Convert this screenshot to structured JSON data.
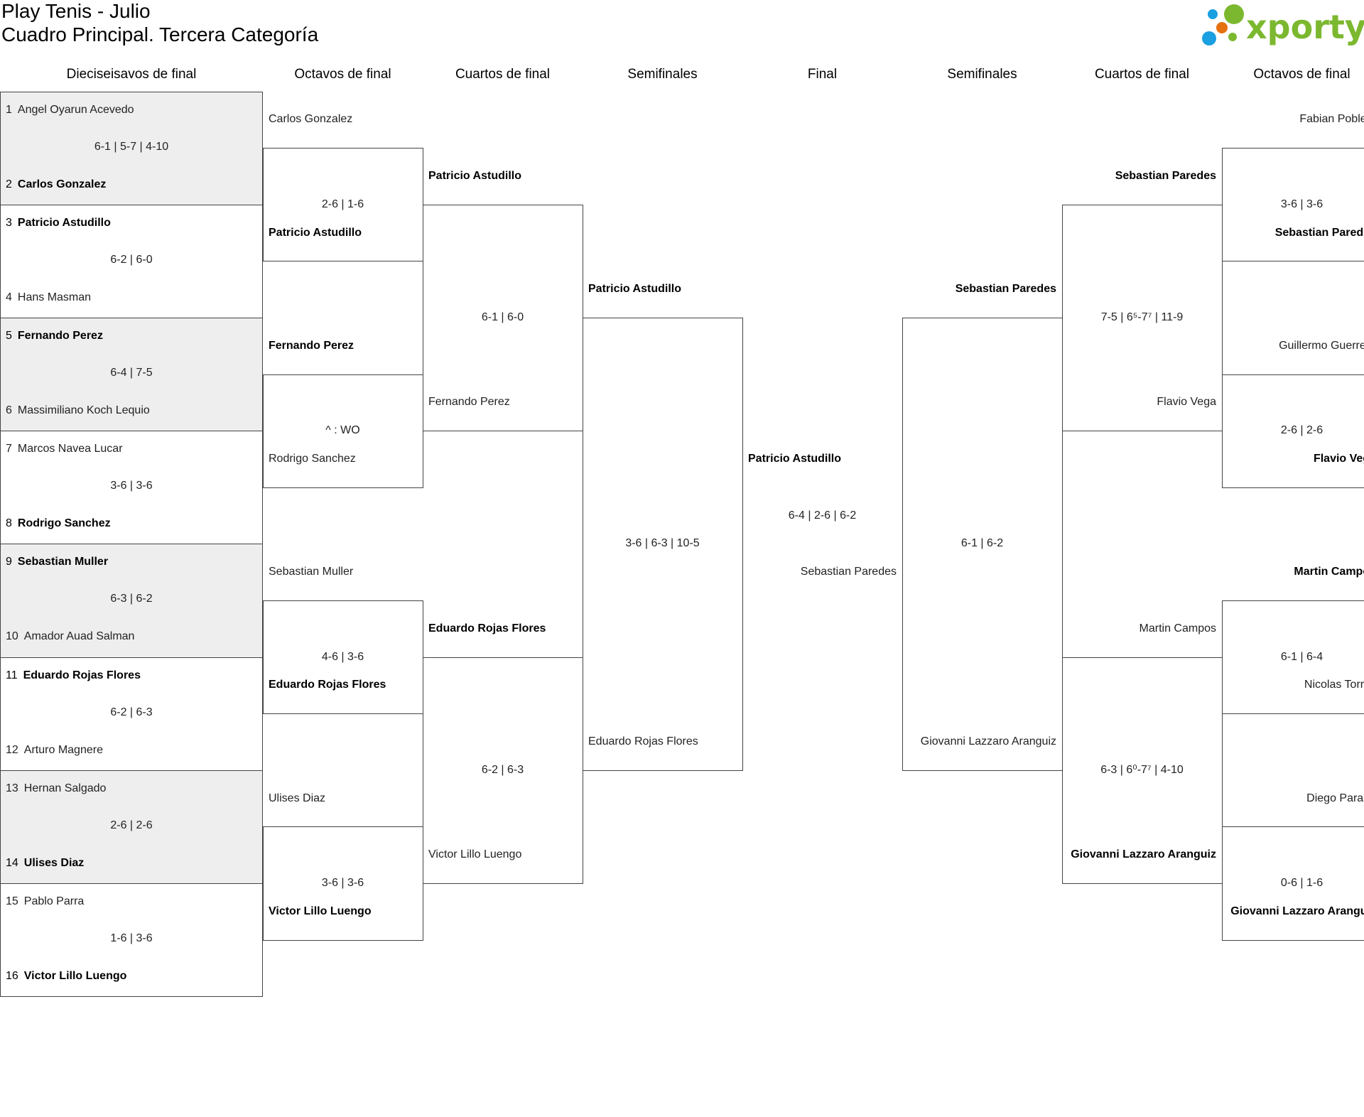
{
  "header": {
    "title": "Play Tenis - Julio",
    "subtitle": "Cuadro Principal. Tercera Categoría",
    "logo_text": "xporty"
  },
  "colors": {
    "logo_green": "#7cb82f",
    "logo_blue": "#1a9fe0",
    "logo_orange": "#e5700f",
    "shade": "#eeeeee"
  },
  "columns": [
    "Dieciseisavos de final",
    "Octavos de final",
    "Cuartos de final",
    "Semifinales",
    "Final",
    "Semifinales",
    "Cuartos de final",
    "Octavos de final"
  ],
  "round32": [
    {
      "p1": {
        "seed": "1",
        "name": "Angel Oyarun Acevedo",
        "winner": false
      },
      "score": "6-1 | 5-7 | 4-10",
      "p2": {
        "seed": "2",
        "name": "Carlos Gonzalez",
        "winner": true
      }
    },
    {
      "p1": {
        "seed": "3",
        "name": "Patricio Astudillo",
        "winner": true
      },
      "score": "6-2 | 6-0",
      "p2": {
        "seed": "4",
        "name": "Hans Masman",
        "winner": false
      }
    },
    {
      "p1": {
        "seed": "5",
        "name": "Fernando Perez",
        "winner": true
      },
      "score": "6-4 | 7-5",
      "p2": {
        "seed": "6",
        "name": "Massimiliano Koch Lequio",
        "winner": false
      }
    },
    {
      "p1": {
        "seed": "7",
        "name": "Marcos Navea Lucar",
        "winner": false
      },
      "score": "3-6 | 3-6",
      "p2": {
        "seed": "8",
        "name": "Rodrigo Sanchez",
        "winner": true
      }
    },
    {
      "p1": {
        "seed": "9",
        "name": "Sebastian Muller",
        "winner": true
      },
      "score": "6-3 | 6-2",
      "p2": {
        "seed": "10",
        "name": "Amador Auad Salman",
        "winner": false
      }
    },
    {
      "p1": {
        "seed": "11",
        "name": "Eduardo Rojas Flores",
        "winner": true
      },
      "score": "6-2 | 6-3",
      "p2": {
        "seed": "12",
        "name": "Arturo Magnere",
        "winner": false
      }
    },
    {
      "p1": {
        "seed": "13",
        "name": "Hernan Salgado",
        "winner": false
      },
      "score": "2-6 | 2-6",
      "p2": {
        "seed": "14",
        "name": "Ulises Diaz",
        "winner": true
      }
    },
    {
      "p1": {
        "seed": "15",
        "name": "Pablo Parra",
        "winner": false
      },
      "score": "1-6 | 3-6",
      "p2": {
        "seed": "16",
        "name": "Victor Lillo Luengo",
        "winner": true
      }
    }
  ],
  "left_round16": [
    {
      "p1": {
        "name": "Carlos Gonzalez",
        "winner": false
      },
      "score": "2-6 | 1-6",
      "p2": {
        "name": "Patricio Astudillo",
        "winner": true
      }
    },
    {
      "p1": {
        "name": "Fernando Perez",
        "winner": true
      },
      "score": "^ : WO",
      "p2": {
        "name": "Rodrigo Sanchez",
        "winner": false
      }
    },
    {
      "p1": {
        "name": "Sebastian Muller",
        "winner": false
      },
      "score": "4-6 | 3-6",
      "p2": {
        "name": "Eduardo Rojas Flores",
        "winner": true
      }
    },
    {
      "p1": {
        "name": "Ulises Diaz",
        "winner": false
      },
      "score": "3-6 | 3-6",
      "p2": {
        "name": "Victor Lillo Luengo",
        "winner": true
      }
    }
  ],
  "left_quarters": [
    {
      "p1": {
        "name": "Patricio Astudillo",
        "winner": true
      },
      "score": "6-1 | 6-0",
      "p2": {
        "name": "Fernando Perez",
        "winner": false
      }
    },
    {
      "p1": {
        "name": "Eduardo Rojas Flores",
        "winner": true
      },
      "score": "6-2 | 6-3",
      "p2": {
        "name": "Victor Lillo Luengo",
        "winner": false
      }
    }
  ],
  "left_semis": [
    {
      "p1": {
        "name": "Patricio Astudillo",
        "winner": true
      },
      "score": "3-6 | 6-3 | 10-5",
      "p2": {
        "name": "Eduardo Rojas Flores",
        "winner": false
      }
    }
  ],
  "final": {
    "p1": {
      "name": "Patricio Astudillo",
      "winner": true
    },
    "score": "6-4 | 2-6 | 6-2",
    "p2": {
      "name": "Sebastian Paredes",
      "winner": false
    }
  },
  "right_semis": [
    {
      "p1": {
        "name": "Sebastian Paredes",
        "winner": true
      },
      "score": "6-1 | 6-2",
      "p2": {
        "name": "Giovanni Lazzaro Aranguiz",
        "winner": false
      }
    }
  ],
  "right_quarters": [
    {
      "p1": {
        "name": "Sebastian Paredes",
        "winner": true
      },
      "score": "7-5 | 6⁵-7⁷ | 11-9",
      "p2": {
        "name": "Flavio Vega",
        "winner": false
      }
    },
    {
      "p1": {
        "name": "Martin Campos",
        "winner": false
      },
      "score": "6-3 | 6⁰-7⁷ | 4-10",
      "p2": {
        "name": "Giovanni Lazzaro Aranguiz",
        "winner": true
      }
    }
  ],
  "right_round16": [
    {
      "p1": {
        "name": "Fabian Poblete",
        "winner": false
      },
      "score": "3-6 | 3-6",
      "p2": {
        "name": "Sebastian Paredes",
        "winner": true
      }
    },
    {
      "p1": {
        "name": "Guillermo Guerrero",
        "winner": false
      },
      "score": "2-6 | 2-6",
      "p2": {
        "name": "Flavio Vega",
        "winner": true
      }
    },
    {
      "p1": {
        "name": "Martin Campos",
        "winner": true
      },
      "score": "6-1 | 6-4",
      "p2": {
        "name": "Nicolas Torres",
        "winner": false
      }
    },
    {
      "p1": {
        "name": "Diego Parada",
        "winner": false
      },
      "score": "0-6 | 1-6",
      "p2": {
        "name": "Giovanni Lazzaro Aranguiz",
        "winner": true
      }
    }
  ]
}
